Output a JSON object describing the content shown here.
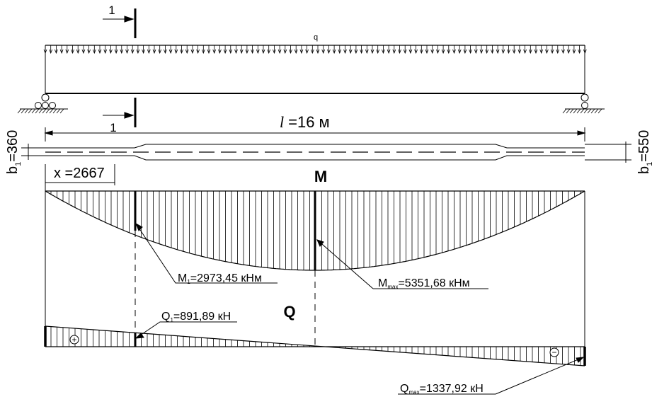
{
  "section_mark": "1",
  "load_label": "q",
  "span_label": {
    "symbol": "l",
    "value": "=16 м"
  },
  "left_width": {
    "symbol": "b",
    "sub": "1",
    "value": "=360"
  },
  "right_width": {
    "symbol": "b",
    "sub": "1",
    "value": "=550"
  },
  "change_point": "x =2667",
  "moment_title": "M",
  "shear_title": "Q",
  "m1_label": {
    "symbol": "M",
    "sub": "1",
    "value": "=2973,45 кНм"
  },
  "mmax_label": {
    "symbol": "M",
    "sub": "max",
    "value": "=5351,68 кНм"
  },
  "q1_label": {
    "symbol": "Q",
    "sub": "1",
    "value": "=891,89 кН"
  },
  "qmax_label": {
    "symbol": "Q",
    "sub": "max",
    "value": "=1337,92 кН"
  },
  "plus_sign": "+",
  "minus_sign": "−"
}
